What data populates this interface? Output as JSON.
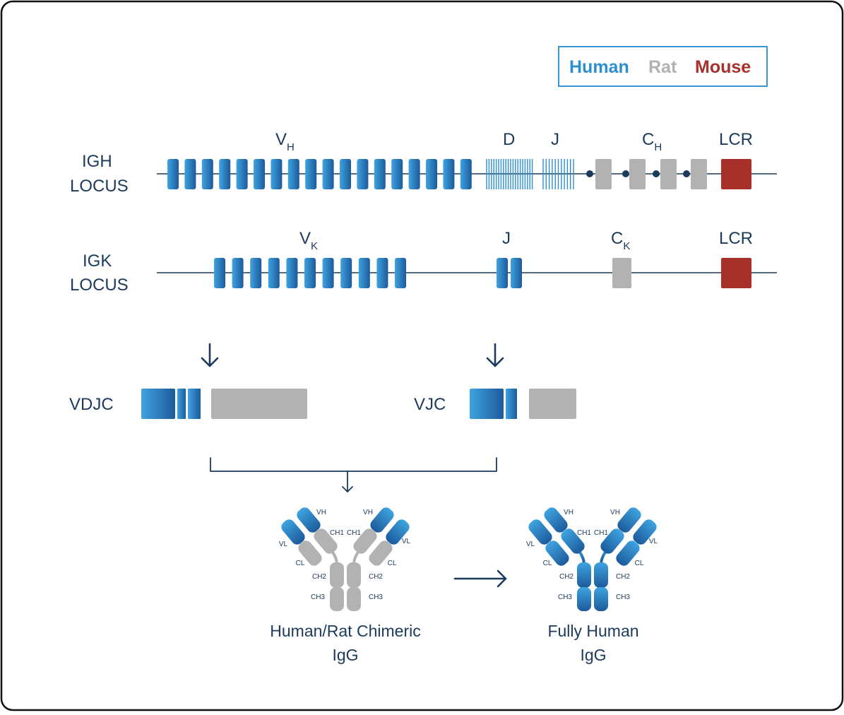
{
  "legend": {
    "human": "Human",
    "rat": "Rat",
    "mouse": "Mouse"
  },
  "colors": {
    "human": "#2e8fd0",
    "human_dark": "#1c5a9c",
    "rat": "#b2b2b2",
    "mouse": "#a8302a",
    "ink": "#1b3a5c",
    "frame": "#111111",
    "legend_border": "#3b96cf"
  },
  "igh": {
    "label_line1": "IGH",
    "label_line2": "LOCUS",
    "v_main": "V",
    "v_sub": "H",
    "d_label": "D",
    "j_label": "J",
    "c_main": "C",
    "c_sub": "H",
    "lcr": "LCR"
  },
  "igk": {
    "label_line1": "IGK",
    "label_line2": "LOCUS",
    "v_main": "V",
    "v_sub": "K",
    "j_label": "J",
    "c_main": "C",
    "c_sub": "K",
    "lcr": "LCR"
  },
  "rearranged": {
    "heavy_label": "VDJC",
    "light_label": "VJC"
  },
  "antibody_domains": {
    "vh": "VH",
    "vl": "VL",
    "ch1": "CH1",
    "cl": "CL",
    "ch2": "CH2",
    "ch3": "CH3"
  },
  "chimeric": {
    "line1": "Human/Rat Chimeric",
    "line2": "IgG"
  },
  "human_igg": {
    "line1": "Fully Human",
    "line2": "IgG"
  }
}
